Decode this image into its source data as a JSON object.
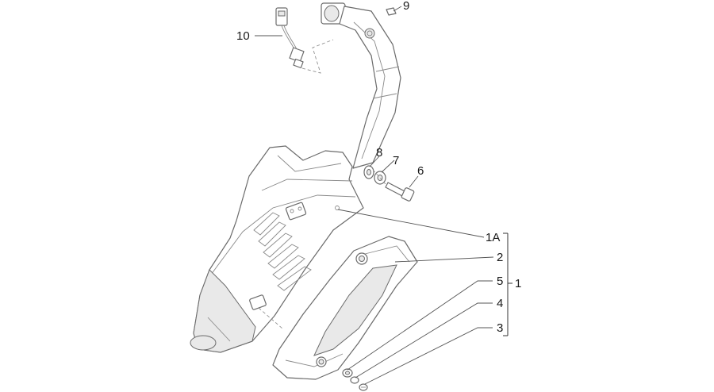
{
  "callouts": [
    {
      "id": "9",
      "label": "9"
    },
    {
      "id": "10",
      "label": "10"
    },
    {
      "id": "8",
      "label": "8"
    },
    {
      "id": "7",
      "label": "7"
    },
    {
      "id": "6",
      "label": "6"
    },
    {
      "id": "1A",
      "label": "1A"
    },
    {
      "id": "2",
      "label": "2"
    },
    {
      "id": "5",
      "label": "5"
    },
    {
      "id": "4",
      "label": "4"
    },
    {
      "id": "3",
      "label": "3"
    },
    {
      "id": "1",
      "label": "1"
    }
  ]
}
